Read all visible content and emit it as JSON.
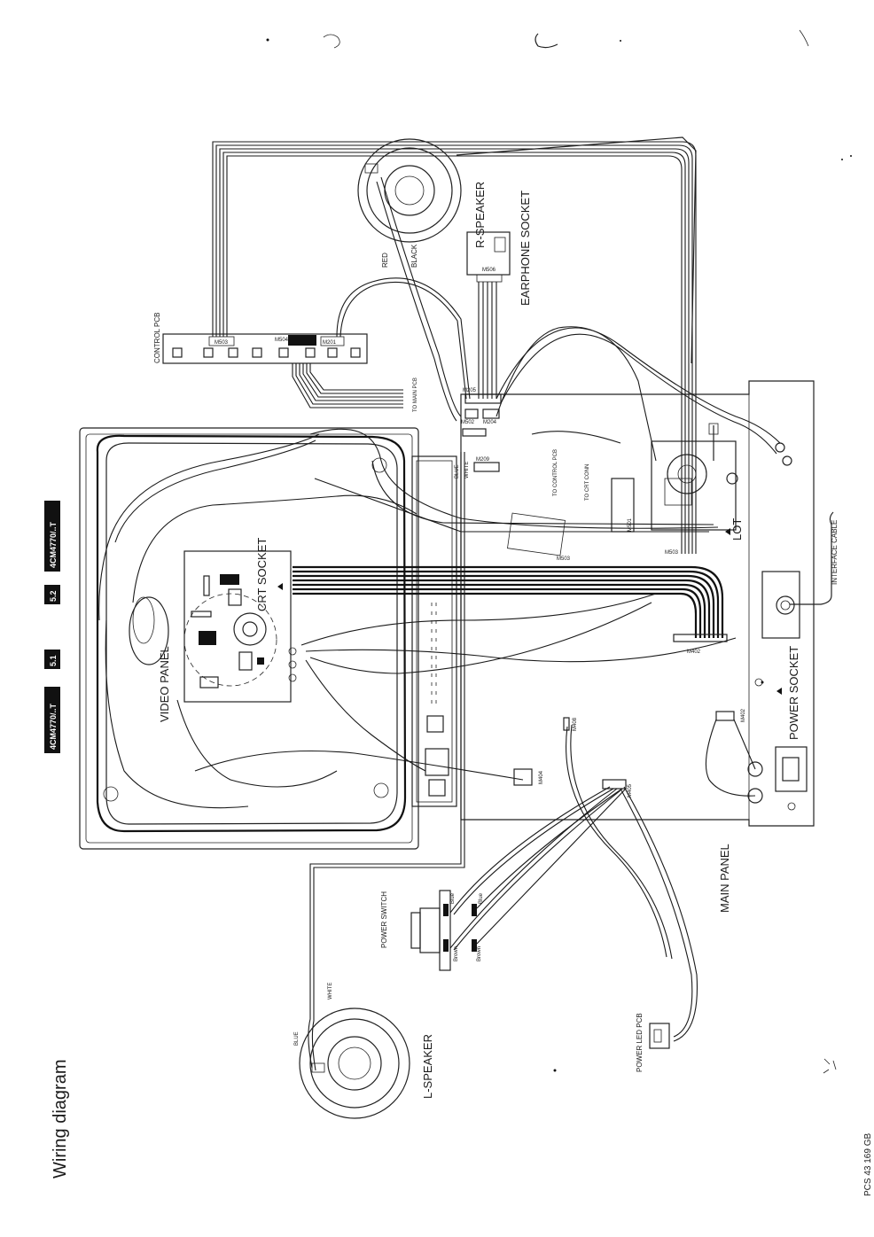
{
  "page": {
    "title": "Wiring diagram",
    "footer_code": "PCS 43 169 GB",
    "header_tags": [
      "4CM4770/..T",
      "5.1",
      "5.2",
      "4CM4770/..T"
    ]
  },
  "labels": {
    "video_panel": "VIDEO PANEL",
    "crt_socket": "CRT SOCKET",
    "r_speaker": "R-SPEAKER",
    "earphone_socket": "EARPHONE SOCKET",
    "control_pcb": "CONTROL PCB",
    "lot": "LOT",
    "interface_cable": "INTERFACE CABLE",
    "power_socket": "POWER SOCKET",
    "main_panel": "MAIN PANEL",
    "power_switch": "POWER SWITCH",
    "power_led_pcb": "POWER LED PCB",
    "l_speaker": "L-SPEAKER"
  },
  "wire_colors": {
    "red": "RED",
    "black": "BLACK",
    "blue": "BLUE",
    "white": "WHITE",
    "brown": "Brown",
    "blue_small": "Blue"
  },
  "connectors": {
    "m503_ctrl": "M503",
    "m504": "M504",
    "m201": "M201",
    "m506": "M506",
    "m205": "M205",
    "m502": "M502",
    "m204": "M204",
    "m209": "M209",
    "m501": "M501",
    "m503_main": "M503",
    "m503_lot": "M503",
    "m402": "M402",
    "m405": "M405",
    "m404": "M404",
    "m408": "M408",
    "m402b": "M402"
  },
  "notes": {
    "to_main_pcb": "TO MAIN PCB",
    "to_control_pcb": "TO CONTROL PCB",
    "to_crt_conn": "TO CRT CONN"
  }
}
